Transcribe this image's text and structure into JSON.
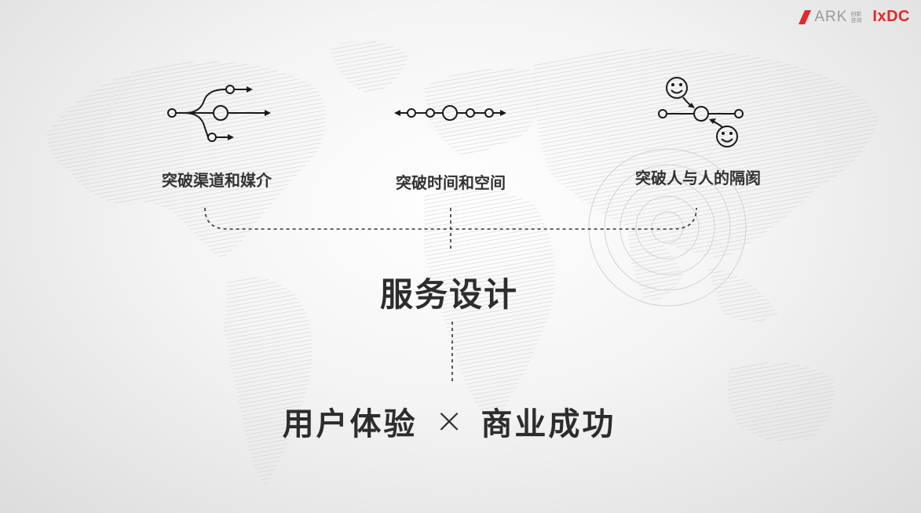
{
  "logos": {
    "ark_text": "ARK",
    "ark_sub_line1": "创新",
    "ark_sub_line2": "咨询",
    "ixdc_text": "IxDC",
    "ark_color": "#e2282b",
    "ixdc_color": "#e2282b"
  },
  "features": [
    {
      "label": "突破渠道和媒介",
      "icon": "branching-channels-icon"
    },
    {
      "label": "突破时间和空间",
      "icon": "timeline-nodes-icon"
    },
    {
      "label": "突破人与人的隔阂",
      "icon": "people-connection-icon"
    }
  ],
  "main": {
    "title": "服务设计"
  },
  "bottom": {
    "left": "用户体验",
    "symbol": "×",
    "right": "商业成功"
  }
}
